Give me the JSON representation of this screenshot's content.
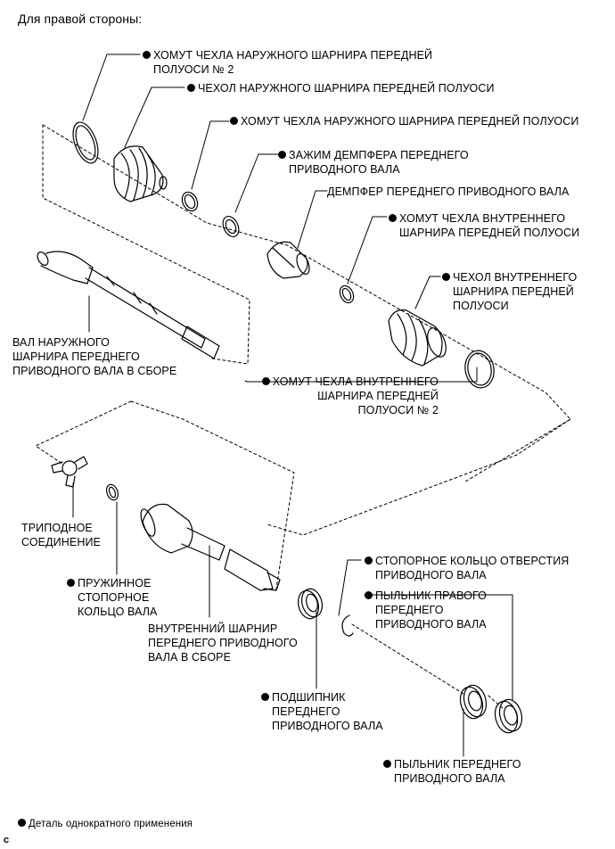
{
  "header": {
    "title": "Для правой стороны:"
  },
  "labels": {
    "outer_boot_clamp_2": [
      "ХОМУТ ЧЕХЛА НАРУЖНОГО ШАРНИРА ПЕРЕДНЕЙ",
      "ПОЛУОСИ № 2"
    ],
    "outer_boot": [
      "ЧЕХОЛ НАРУЖНОГО ШАРНИРА ПЕРЕДНЕЙ ПОЛУОСИ"
    ],
    "outer_boot_clamp": [
      "ХОМУТ ЧЕХЛА НАРУЖНОГО ШАРНИРА ПЕРЕДНЕЙ ПОЛУОСИ"
    ],
    "damper_clamp": [
      "ЗАЖИМ ДЕМПФЕРА ПЕРЕДНЕГО",
      "ПРИВОДНОГО ВАЛА"
    ],
    "damper": [
      "ДЕМПФЕР ПЕРЕДНЕГО ПРИВОДНОГО ВАЛА"
    ],
    "inner_boot_clamp": [
      "ХОМУТ ЧЕХЛА ВНУТРЕННЕГО",
      "ШАРНИРА ПЕРЕДНЕЙ ПОЛУОСИ"
    ],
    "inner_boot": [
      "ЧЕХОЛ ВНУТРЕННЕГО",
      "ШАРНИРА ПЕРЕДНЕЙ",
      "ПОЛУОСИ"
    ],
    "outer_shaft": [
      "ВАЛ НАРУЖНОГО",
      "ШАРНИРА ПЕРЕДНЕГО",
      "ПРИВОДНОГО ВАЛА В СБОРЕ"
    ],
    "inner_boot_clamp_2": [
      "ХОМУТ ЧЕХЛА ВНУТРЕННЕГО",
      "ШАРНИРА ПЕРЕДНЕЙ",
      "ПОЛУОСИ № 2"
    ],
    "tripod": [
      "ТРИПОДНОЕ",
      "СОЕДИНЕНИЕ"
    ],
    "snap_ring": [
      "ПРУЖИННОЕ",
      "СТОПОРНОЕ",
      "КОЛЬЦО ВАЛА"
    ],
    "inner_joint": [
      "ВНУТРЕННИЙ ШАРНИР",
      "ПЕРЕДНЕГО ПРИВОДНОГО",
      "ВАЛА В СБОРЕ"
    ],
    "hole_snap_ring": [
      "СТОПОРНОЕ КОЛЬЦО ОТВЕРСТИЯ",
      "ПРИВОДНОГО ВАЛА"
    ],
    "right_dust_seal": [
      "ПЫЛЬНИК ПРАВОГО",
      "ПЕРЕДНЕГО",
      "ПРИВОДНОГО ВАЛА"
    ],
    "bearing": [
      "ПОДШИПНИК",
      "ПЕРЕДНЕГО",
      "ПРИВОДНОГО ВАЛА"
    ],
    "dust_seal": [
      "ПЫЛЬНИК ПЕРЕДНЕГО",
      "ПРИВОДНОГО ВАЛА"
    ]
  },
  "legend": {
    "text": "Деталь однократного применения"
  },
  "footer": {
    "code": "C"
  }
}
